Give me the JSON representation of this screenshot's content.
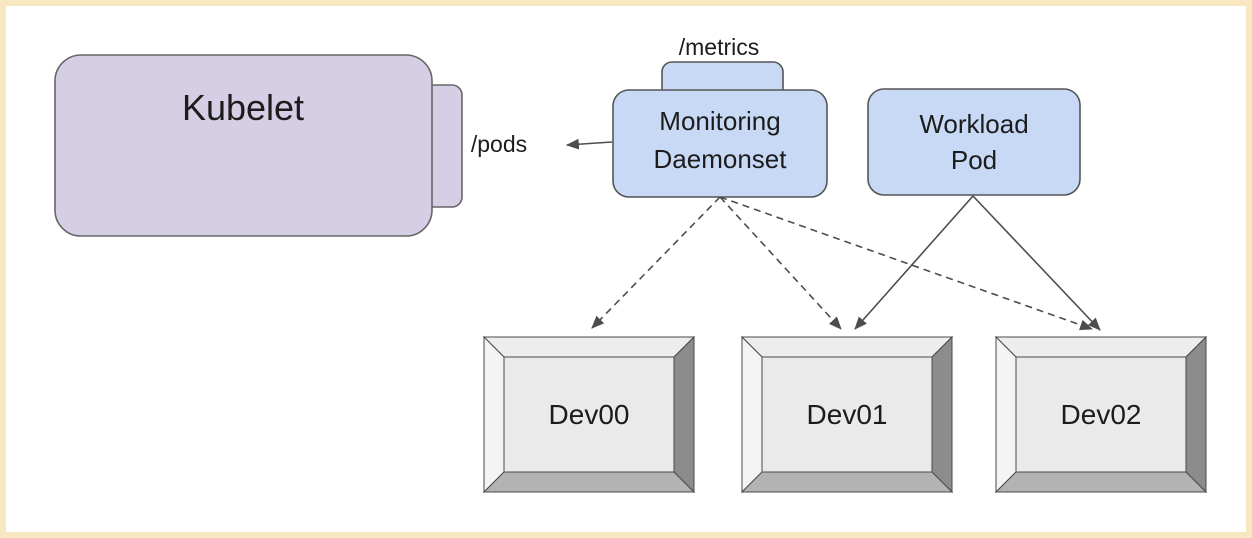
{
  "diagram": {
    "nodes": {
      "kubelet": {
        "label": "Kubelet"
      },
      "monitoring_daemonset": {
        "label_line1": "Monitoring",
        "label_line2": "Daemonset"
      },
      "workload_pod": {
        "label_line1": "Workload",
        "label_line2": "Pod"
      },
      "dev00": {
        "label": "Dev00"
      },
      "dev01": {
        "label": "Dev01"
      },
      "dev02": {
        "label": "Dev02"
      }
    },
    "endpoints": {
      "metrics": "/metrics",
      "pods": "/pods"
    },
    "edges": [
      {
        "from": "Monitoring Daemonset",
        "to": "Kubelet /pods",
        "style": "solid-arrow"
      },
      {
        "from": "Monitoring Daemonset",
        "to": "Dev00",
        "style": "dashed-arrow"
      },
      {
        "from": "Monitoring Daemonset",
        "to": "Dev01",
        "style": "dashed-arrow"
      },
      {
        "from": "Monitoring Daemonset",
        "to": "Dev02",
        "style": "dashed-arrow"
      },
      {
        "from": "Workload Pod",
        "to": "Dev01",
        "style": "solid-arrow"
      },
      {
        "from": "Workload Pod",
        "to": "Dev02",
        "style": "solid-arrow"
      }
    ],
    "colors": {
      "frame_border": "#f8e8c2",
      "canvas": "#ffffff",
      "purple_fill": "#d5cee5",
      "purple_stroke": "#666666",
      "blue_fill": "#c8d9f5",
      "blue_stroke": "#555555",
      "arrow": "#4d4d4d",
      "bevel_top": "#ededed",
      "bevel_left": "#f4f4f4",
      "bevel_right": "#8c8c8c",
      "bevel_bottom": "#b3b3b3",
      "bevel_panel": "#eaeaea"
    }
  }
}
